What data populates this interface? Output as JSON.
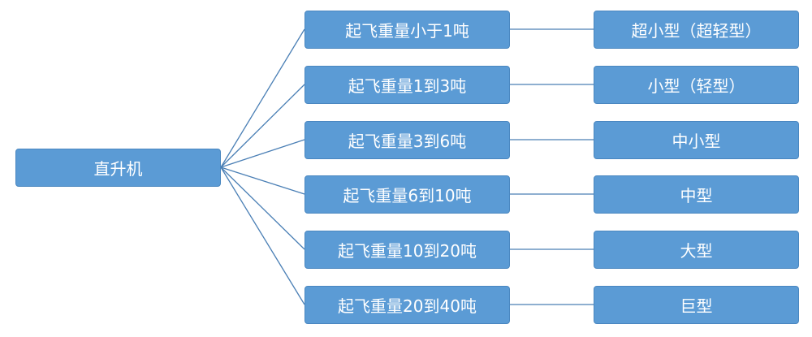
{
  "root": {
    "label": "直升机"
  },
  "categories": [
    {
      "condition": "起飞重量小于1吨",
      "class": "超小型（超轻型）"
    },
    {
      "condition": "起飞重量1到3吨",
      "class": "小型（轻型）"
    },
    {
      "condition": "起飞重量3到6吨",
      "class": "中小型"
    },
    {
      "condition": "起飞重量6到10吨",
      "class": "中型"
    },
    {
      "condition": "起飞重量10到20吨",
      "class": "大型"
    },
    {
      "condition": "起飞重量20到40吨",
      "class": "巨型"
    }
  ],
  "colors": {
    "box_fill": "#5b9bd5",
    "box_text": "#ffffff",
    "connector": "#4a7fb5"
  }
}
